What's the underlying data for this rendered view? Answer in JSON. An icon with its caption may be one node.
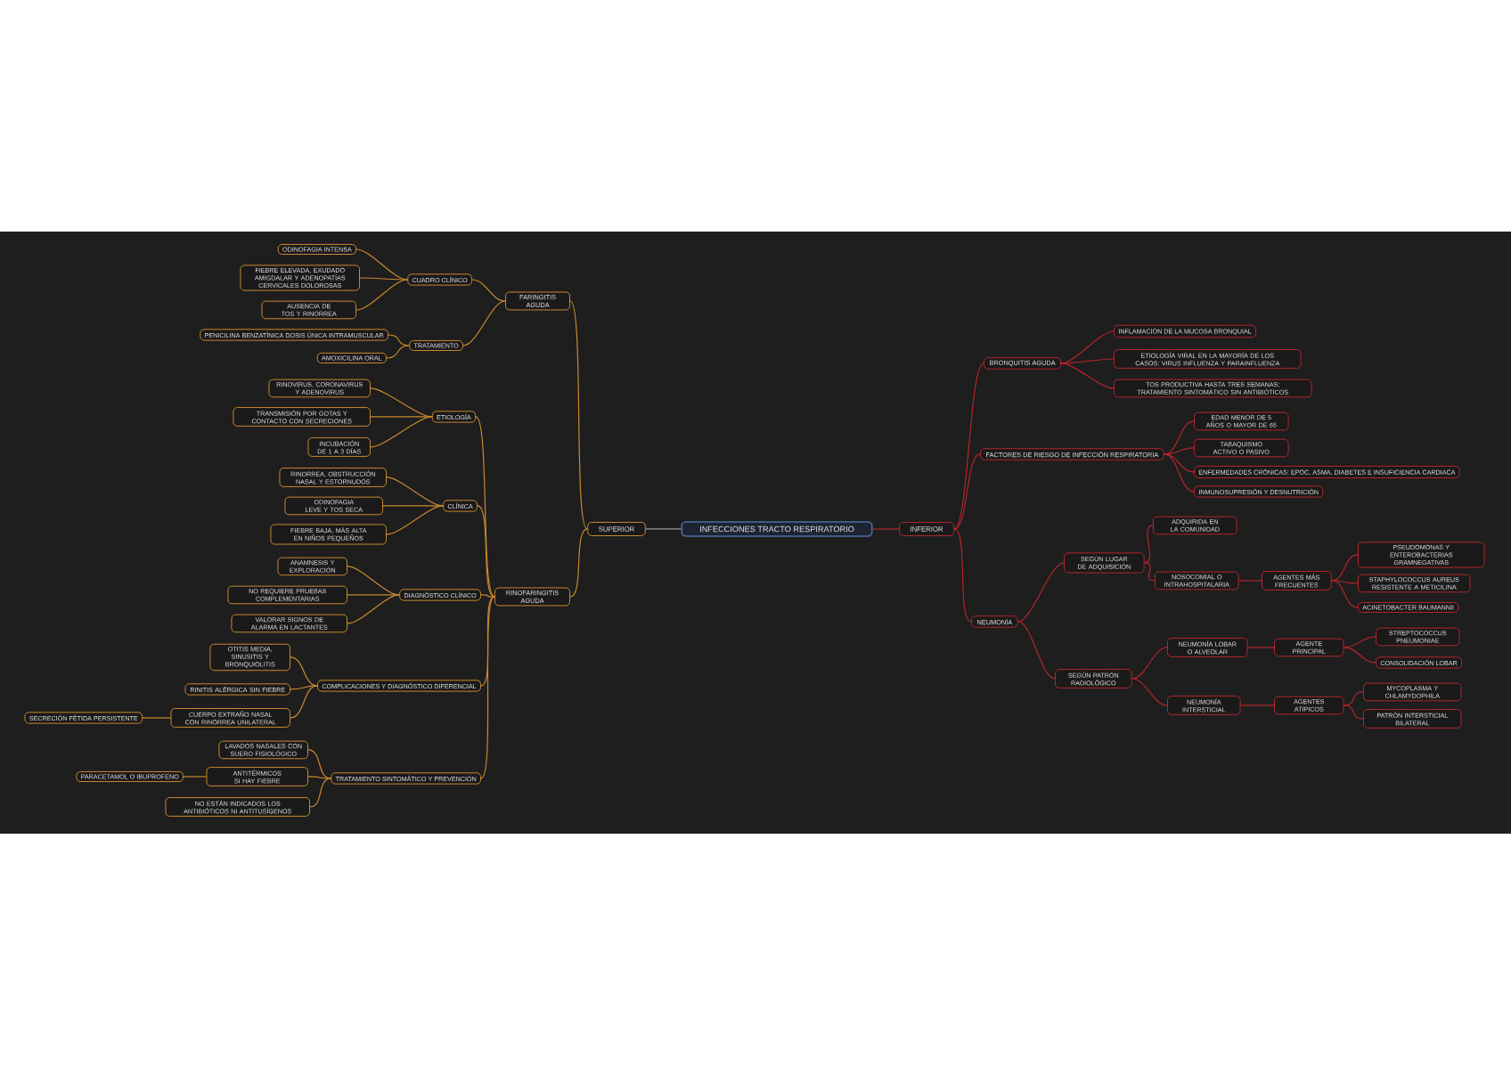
{
  "diagram": {
    "nodes": [
      {
        "text": [
          "INFECCIONES TRACTO RESPIRATORIO"
        ]
      },
      {
        "text": [
          "SUPERIOR"
        ]
      },
      {
        "text": [
          "FARINGITIS AGUDA"
        ]
      },
      {
        "text": [
          "CUADRO CLÍNICO"
        ]
      },
      {
        "text": [
          "ODINOFAGIA INTENSA"
        ]
      },
      {
        "text": [
          "FIEBRE ELEVADA, EXUDADO AMIGDALAR Y ADENOPATÍAS CERVICALES DOLOROSAS"
        ]
      },
      {
        "text": [
          "AUSENCIA DE TOS Y RINORREA"
        ]
      },
      {
        "text": [
          "TRATAMIENTO"
        ]
      },
      {
        "text": [
          "PENICILINA BENZATÍNICA DOSIS ÚNICA INTRAMUSCULAR"
        ]
      },
      {
        "text": [
          "AMOXICILINA ORAL"
        ]
      },
      {
        "text": [
          "RINOFARINGITIS AGUDA"
        ]
      },
      {
        "text": [
          "ETIOLOGÍA"
        ]
      },
      {
        "text": [
          "RINOVIRUS, CORONAVIRUS Y ADENOVIRUS"
        ]
      },
      {
        "text": [
          "TRANSMISIÓN POR GOTAS Y CONTACTO CON SECRECIONES"
        ]
      },
      {
        "text": [
          "INCUBACIÓN DE 1 A 3 DÍAS"
        ]
      },
      {
        "text": [
          "CLÍNICA"
        ]
      },
      {
        "text": [
          "RINORREA, OBSTRUCCIÓN NASAL Y ESTORNUDOS"
        ]
      },
      {
        "text": [
          "ODINOFAGIA LEVE Y TOS SECA"
        ]
      },
      {
        "text": [
          "FIEBRE BAJA, MÁS ALTA EN NIÑOS PEQUEÑOS"
        ]
      },
      {
        "text": [
          "DIAGNÓSTICO CLÍNICO"
        ]
      },
      {
        "text": [
          "ANAMNESIS Y EXPLORACIÓN"
        ]
      },
      {
        "text": [
          "NO REQUIERE PRUEBAS COMPLEMENTARIAS"
        ]
      },
      {
        "text": [
          "VALORAR SIGNOS DE ALARMA EN LACTANTES"
        ]
      },
      {
        "text": [
          "COMPLICACIONES Y DIAGNÓSTICO DIFERENCIAL"
        ]
      },
      {
        "text": [
          "OTITIS MEDIA, SINUSITIS Y BRONQUIOLITIS"
        ]
      },
      {
        "text": [
          "RINITIS ALÉRGICA SIN FIEBRE"
        ]
      },
      {
        "text": [
          "CUERPO EXTRAÑO NASAL CON RINORREA UNILATERAL"
        ]
      },
      {
        "text": [
          "SECRECIÓN FÉTIDA PERSISTENTE"
        ]
      },
      {
        "text": [
          "TRATAMIENTO SINTOMÁTICO Y PREVENCIÓN"
        ]
      },
      {
        "text": [
          "LAVADOS NASALES CON SUERO FISIOLÓGICO"
        ]
      },
      {
        "text": [
          "ANTITÉRMICOS SI HAY FIEBRE"
        ]
      },
      {
        "text": [
          "PARACETAMOL O IBUPROFENO"
        ]
      },
      {
        "text": [
          "NO ESTÁN INDICADOS LOS ANTIBIÓTICOS NI ANTITUSÍGENOS"
        ]
      },
      {
        "text": [
          "INFERIOR"
        ]
      },
      {
        "text": [
          "BRONQUITIS AGUDA"
        ]
      },
      {
        "text": [
          "INFLAMACIÓN DE LA MUCOSA BRONQUIAL"
        ]
      },
      {
        "text": [
          "ETIOLOGÍA VIRAL EN LA MAYORÍA DE LOS CASOS: VIRUS INFLUENZA Y PARAINFLUENZA"
        ]
      },
      {
        "text": [
          "TOS PRODUCTIVA HASTA TRES SEMANAS; TRATAMIENTO SINTOMÁTICO SIN ANTIBIÓTICOS"
        ]
      },
      {
        "text": [
          "FACTORES DE RIESGO DE INFECCIÓN RESPIRATORIA"
        ]
      },
      {
        "text": [
          "EDAD MENOR DE 5 AÑOS O MAYOR DE 65"
        ]
      },
      {
        "text": [
          "TABAQUISMO ACTIVO O PASIVO"
        ]
      },
      {
        "text": [
          "ENFERMEDADES CRÓNICAS: EPOC, ASMA, DIABETES E INSUFICIENCIA CARDIACA"
        ]
      },
      {
        "text": [
          "INMUNOSUPRESIÓN Y DESNUTRICIÓN"
        ]
      },
      {
        "text": [
          "NEUMONÍA"
        ]
      },
      {
        "text": [
          "SEGÚN LUGAR DE ADQUISICIÓN"
        ]
      },
      {
        "text": [
          "ADQUIRIDA EN LA COMUNIDAD"
        ]
      },
      {
        "text": [
          "NOSOCOMIAL O INTRAHOSPITALARIA"
        ]
      },
      {
        "text": [
          "AGENTES MÁS FRECUENTES"
        ]
      },
      {
        "text": [
          "PSEUDOMONAS Y ENTEROBACTERIAS GRAMNEGATIVAS"
        ]
      },
      {
        "text": [
          "STAPHYLOCOCCUS AUREUS RESISTENTE A METICILINA"
        ]
      },
      {
        "text": [
          "ACINETOBACTER BAUMANNII"
        ]
      },
      {
        "text": [
          "SEGÚN PATRÓN RADIOLÓGICO"
        ]
      },
      {
        "text": [
          "NEUMONÍA LOBAR O ALVEOLAR"
        ]
      },
      {
        "text": [
          "AGENTE PRINCIPAL"
        ]
      },
      {
        "text": [
          "STREPTOCOCCUS PNEUMONIAE"
        ]
      },
      {
        "text": [
          "CONSOLIDACIÓN LOBAR"
        ]
      },
      {
        "text": [
          "NEUMONÍA INTERSTICIAL"
        ]
      },
      {
        "text": [
          "AGENTES ATÍPICOS"
        ]
      },
      {
        "text": [
          "MYCOPLASMA Y CHLAMYDOPHILA"
        ]
      },
      {
        "text": [
          "PATRÓN INTERSTICIAL BILATERAL"
        ]
      }
    ],
    "edges": [
      {
        "from": 0,
        "to": 1,
        "arrow": "none",
        "color": "#9a9a9a"
      },
      {
        "from": 0,
        "to": 33,
        "arrow": "none",
        "color": "#b3262b"
      },
      {
        "from": 1,
        "to": 2,
        "arrow": "none"
      },
      {
        "from": 1,
        "to": 10,
        "arrow": "none"
      },
      {
        "from": 2,
        "to": 3,
        "arrow": "none"
      },
      {
        "from": 2,
        "to": 7,
        "arrow": "none"
      },
      {
        "from": 3,
        "to": 4,
        "arrow": "none"
      },
      {
        "from": 3,
        "to": 5,
        "arrow": "none"
      },
      {
        "from": 3,
        "to": 6,
        "arrow": "none"
      },
      {
        "from": 7,
        "to": 8,
        "arrow": "none"
      },
      {
        "from": 7,
        "to": 9,
        "arrow": "none"
      },
      {
        "from": 10,
        "to": 11,
        "arrow": "none"
      },
      {
        "from": 10,
        "to": 15,
        "arrow": "none"
      },
      {
        "from": 10,
        "to": 19,
        "arrow": "none"
      },
      {
        "from": 10,
        "to": 23,
        "arrow": "none"
      },
      {
        "from": 10,
        "to": 28,
        "arrow": "none"
      },
      {
        "from": 11,
        "to": 12,
        "arrow": "none"
      },
      {
        "from": 11,
        "to": 13,
        "arrow": "none"
      },
      {
        "from": 11,
        "to": 14,
        "arrow": "none"
      },
      {
        "from": 15,
        "to": 16,
        "arrow": "none"
      },
      {
        "from": 15,
        "to": 17,
        "arrow": "none"
      },
      {
        "from": 15,
        "to": 18,
        "arrow": "none"
      },
      {
        "from": 19,
        "to": 20,
        "arrow": "none"
      },
      {
        "from": 19,
        "to": 21,
        "arrow": "none"
      },
      {
        "from": 19,
        "to": 22,
        "arrow": "none"
      },
      {
        "from": 23,
        "to": 24,
        "arrow": "none"
      },
      {
        "from": 23,
        "to": 25,
        "arrow": "none"
      },
      {
        "from": 23,
        "to": 26,
        "arrow": "none"
      },
      {
        "from": 26,
        "to": 27,
        "arrow": "none"
      },
      {
        "from": 28,
        "to": 29,
        "arrow": "none"
      },
      {
        "from": 28,
        "to": 30,
        "arrow": "none"
      },
      {
        "from": 28,
        "to": 32,
        "arrow": "none"
      },
      {
        "from": 30,
        "to": 31,
        "arrow": "none"
      },
      {
        "from": 33,
        "to": 34,
        "arrow": "none",
        "color": "#b3262b"
      },
      {
        "from": 33,
        "to": 38,
        "arrow": "none",
        "color": "#b3262b"
      },
      {
        "from": 33,
        "to": 43,
        "arrow": "none",
        "color": "#b3262b"
      },
      {
        "from": 34,
        "to": 35,
        "arrow": "none",
        "color": "#b3262b"
      },
      {
        "from": 34,
        "to": 36,
        "arrow": "none",
        "color": "#b3262b"
      },
      {
        "from": 34,
        "to": 37,
        "arrow": "none",
        "color": "#b3262b"
      },
      {
        "from": 38,
        "to": 39,
        "arrow": "none",
        "color": "#b3262b"
      },
      {
        "from": 38,
        "to": 40,
        "arrow": "none",
        "color": "#b3262b"
      },
      {
        "from": 38,
        "to": 41,
        "arrow": "none",
        "color": "#b3262b"
      },
      {
        "from": 38,
        "to": 42,
        "arrow": "none",
        "color": "#b3262b"
      },
      {
        "from": 43,
        "to": 44,
        "arrow": "none",
        "color": "#b3262b"
      },
      {
        "from": 43,
        "to": 51,
        "arrow": "none",
        "color": "#b3262b"
      },
      {
        "from": 44,
        "to": 45,
        "arrow": "none",
        "color": "#b3262b"
      },
      {
        "from": 44,
        "to": 46,
        "arrow": "none",
        "color": "#b3262b"
      },
      {
        "from": 46,
        "to": 47,
        "arrow": "none",
        "color": "#b3262b"
      },
      {
        "from": 47,
        "to": 48,
        "arrow": "none",
        "color": "#b3262b"
      },
      {
        "from": 47,
        "to": 49,
        "arrow": "none",
        "color": "#b3262b"
      },
      {
        "from": 47,
        "to": 50,
        "arrow": "none",
        "color": "#b3262b"
      },
      {
        "from": 51,
        "to": 52,
        "arrow": "none",
        "color": "#b3262b"
      },
      {
        "from": 51,
        "to": 56,
        "arrow": "none",
        "color": "#b3262b"
      },
      {
        "from": 52,
        "to": 53,
        "arrow": "none",
        "color": "#b3262b"
      },
      {
        "from": 53,
        "to": 54,
        "arrow": "none",
        "color": "#b3262b"
      },
      {
        "from": 53,
        "to": 55,
        "arrow": "none",
        "color": "#b3262b"
      },
      {
        "from": 56,
        "to": 57,
        "arrow": "none",
        "color": "#b3262b"
      },
      {
        "from": 57,
        "to": 58,
        "arrow": "none",
        "color": "#b3262b"
      },
      {
        "from": 57,
        "to": 59,
        "arrow": "none",
        "color": "#b3262b"
      }
    ]
  }
}
